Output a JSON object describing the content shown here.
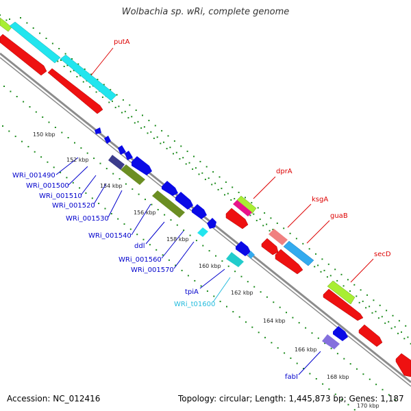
{
  "title": "Wolbachia sp. wRi, complete genome",
  "footer": {
    "accession": "Accession: NC_012416",
    "summary": "Topology: circular; Length: 1,445,873 bp; Genes: 1,187"
  },
  "colors": {
    "backbone": "#8c8c8c",
    "tick_dots": "#1a8a1a",
    "label_blue": "#0000cc",
    "label_red": "#dd0000",
    "label_cyan": "#22bbdd",
    "red": "#ee1111",
    "cyan": "#22e5ee",
    "lime": "#a8ee33",
    "blue": "#0a0ae6",
    "olive": "#6b8e23",
    "navy": "#3c3c8c",
    "pink": "#f08080",
    "magenta": "#e8128a",
    "sky": "#33aaee",
    "teal": "#22cccc",
    "lavender": "#8470dd"
  },
  "ticks": [
    "150 kbp",
    "152 kbp",
    "154 kbp",
    "156 kbp",
    "158 kbp",
    "160 kbp",
    "162 kbp",
    "164 kbp",
    "166 kbp",
    "168 kbp",
    "170 kbp"
  ],
  "genes": [
    {
      "name": "putA",
      "color": "red"
    },
    {
      "name": "WRi_001490",
      "color": "blue"
    },
    {
      "name": "WRi_001500",
      "color": "blue"
    },
    {
      "name": "WRi_001510",
      "color": "blue"
    },
    {
      "name": "WRi_001520",
      "color": "blue"
    },
    {
      "name": "WRi_001530",
      "color": "blue"
    },
    {
      "name": "WRi_001540",
      "color": "blue"
    },
    {
      "name": "ddl",
      "color": "blue"
    },
    {
      "name": "WRi_001560",
      "color": "blue"
    },
    {
      "name": "WRi_001570",
      "color": "blue"
    },
    {
      "name": "tpiA",
      "color": "blue"
    },
    {
      "name": "WRi_t01600",
      "color": "cyan"
    },
    {
      "name": "dprA",
      "color": "red"
    },
    {
      "name": "ksgA",
      "color": "red"
    },
    {
      "name": "guaB",
      "color": "red"
    },
    {
      "name": "secD",
      "color": "red"
    },
    {
      "name": "fabI",
      "color": "blue"
    }
  ]
}
